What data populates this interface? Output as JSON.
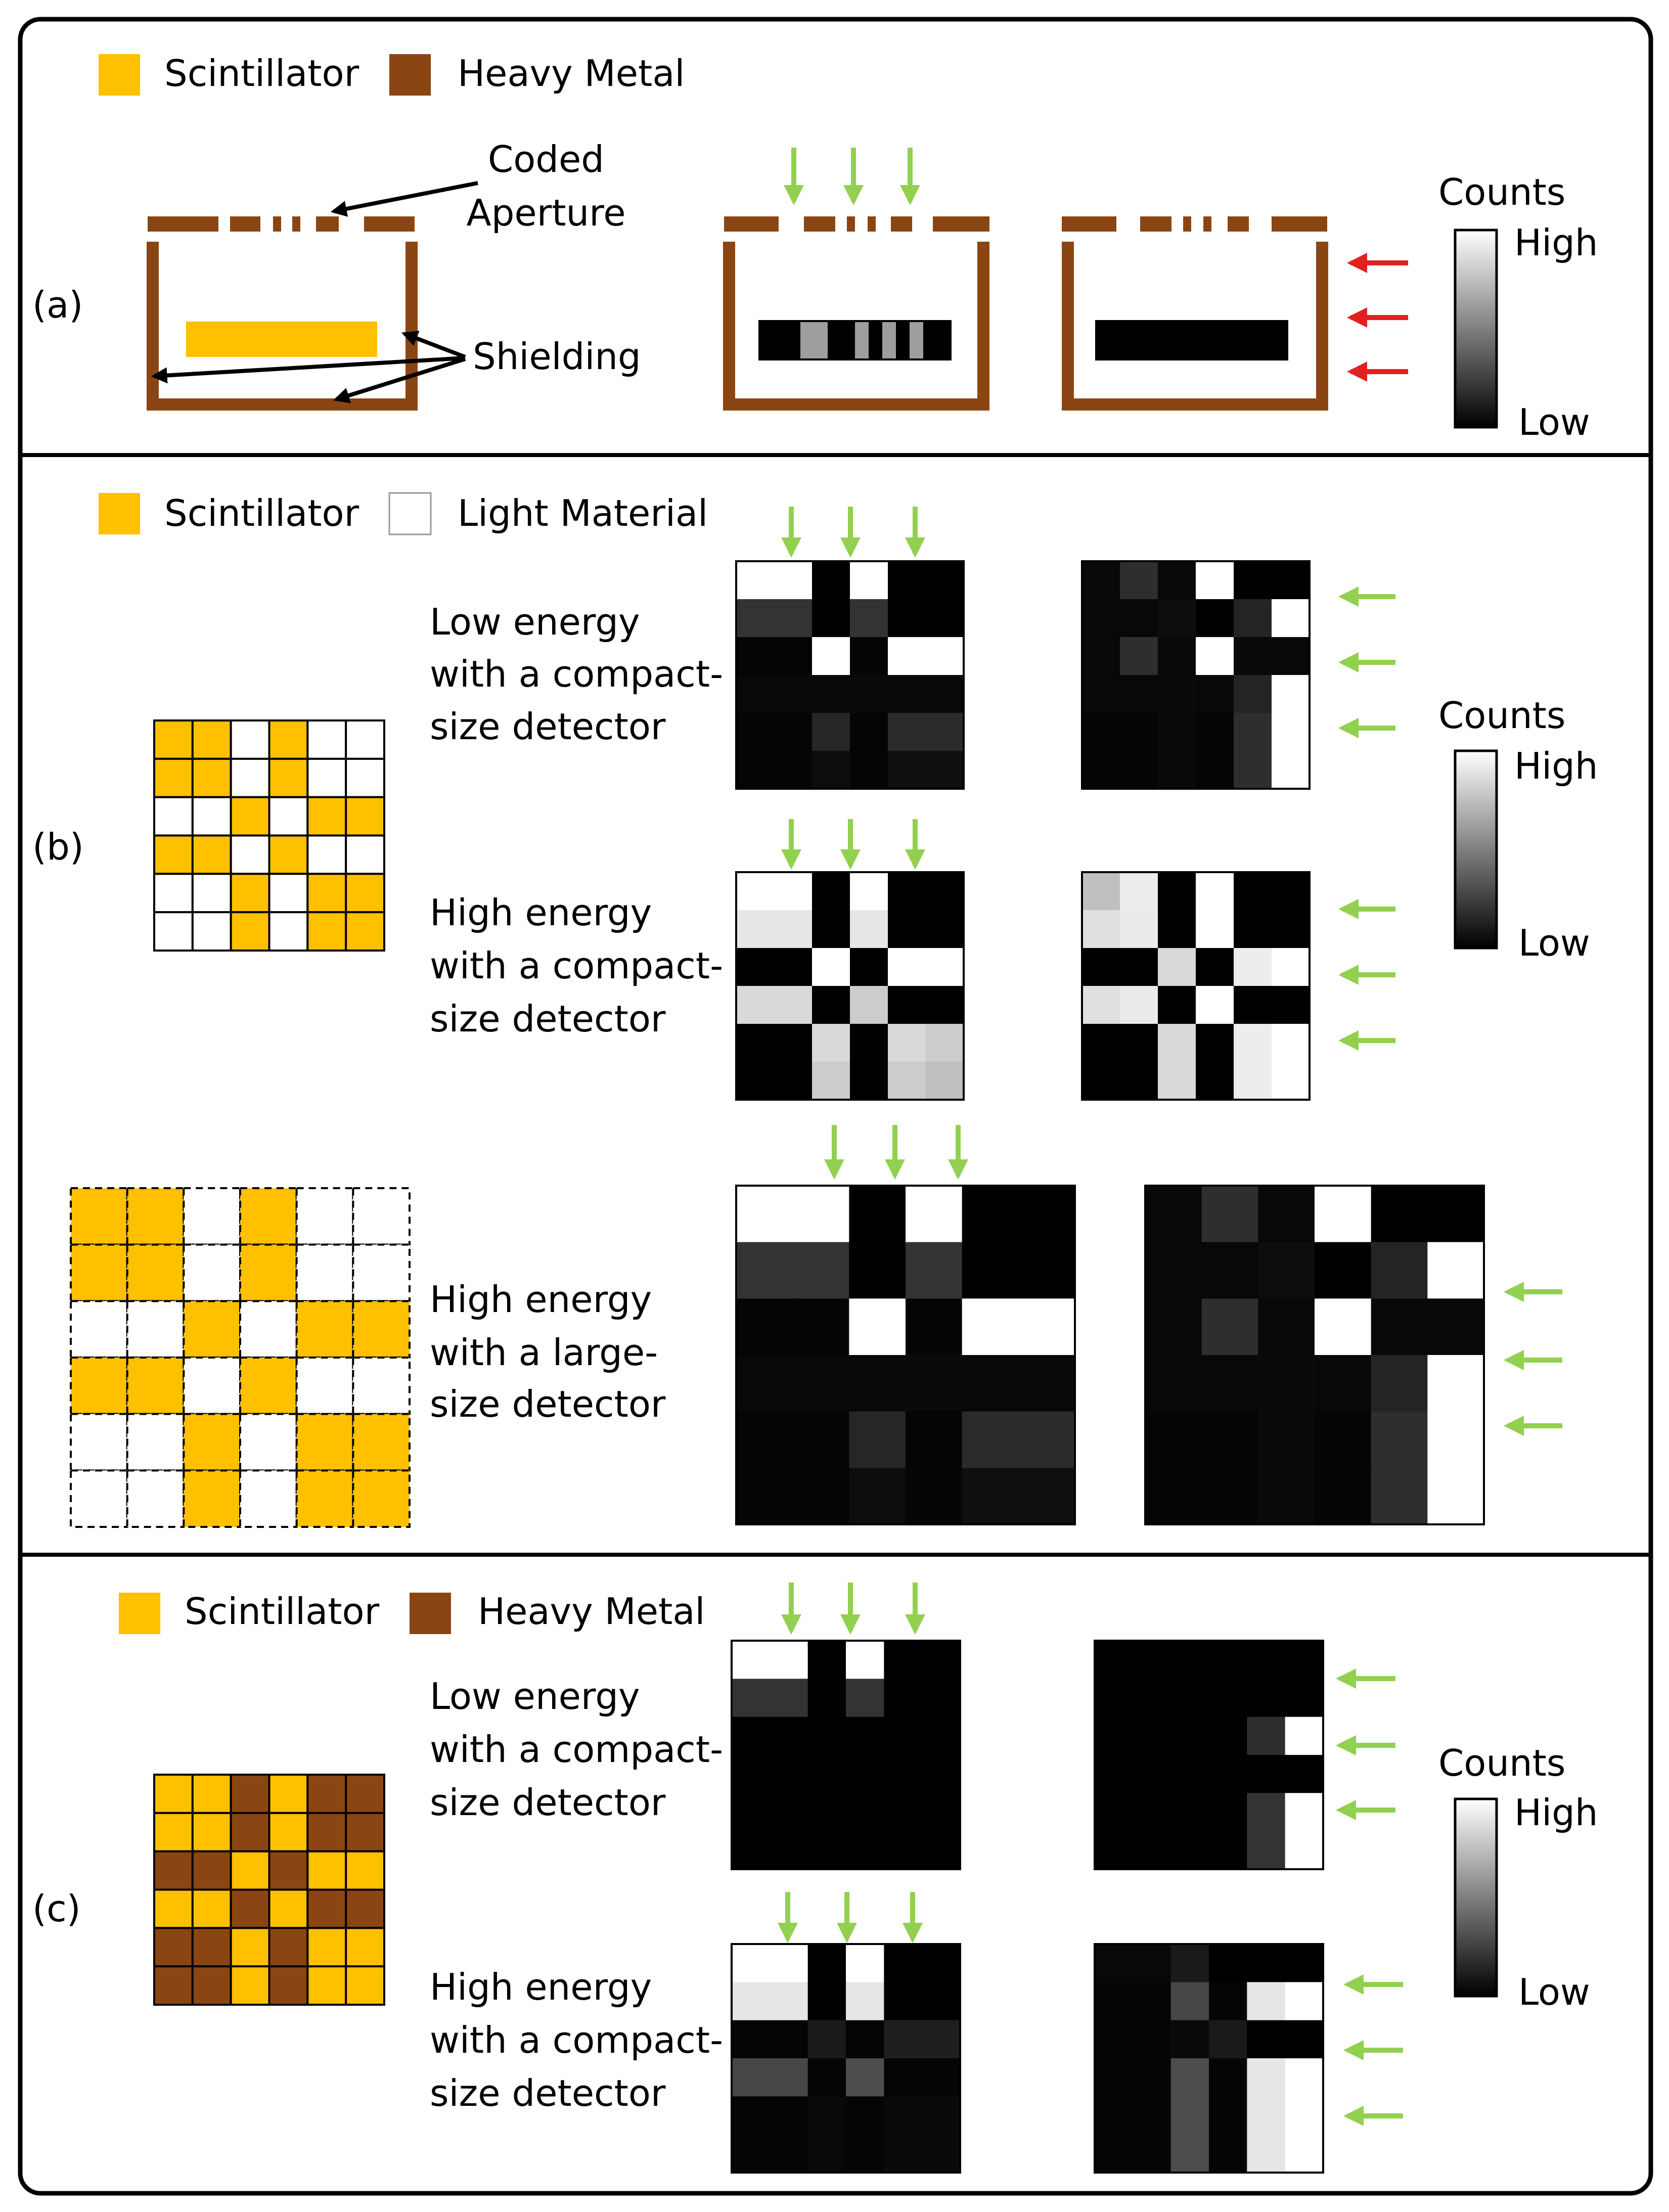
{
  "colors": {
    "scintillator": "#FFC000",
    "heavy_metal": "#8B4513",
    "light_material": "#FFFFFF",
    "arrow_green": "#92D050",
    "arrow_red": "#E32020",
    "frame": "#000000"
  },
  "panel_a": {
    "label": "(a)",
    "legend": [
      {
        "name": "Scintillator",
        "color": "#FFC000"
      },
      {
        "name": "Heavy Metal",
        "color": "#8B4513"
      }
    ],
    "coded_aperture_label_line1": "Coded",
    "coded_aperture_label_line2": "Aperture",
    "shielding_label": "Shielding",
    "strip_front_values": [
      0,
      0,
      0,
      0.62,
      0.62,
      0,
      0,
      0.62,
      0,
      0.62,
      0,
      0.62,
      0,
      0
    ],
    "strip_side_values": [
      0
    ],
    "colorbar": {
      "title": "Counts",
      "high": "High",
      "low": "Low"
    }
  },
  "panel_b": {
    "label": "(b)",
    "legend": [
      {
        "name": "Scintillator",
        "color": "#FFC000"
      },
      {
        "name": "Light Material",
        "color": "#FFFFFF"
      }
    ],
    "mask": [
      [
        1,
        1,
        0,
        1,
        0,
        0
      ],
      [
        1,
        1,
        0,
        1,
        0,
        0
      ],
      [
        0,
        0,
        1,
        0,
        1,
        1
      ],
      [
        1,
        1,
        0,
        1,
        0,
        0
      ],
      [
        0,
        0,
        1,
        0,
        1,
        1
      ],
      [
        0,
        0,
        1,
        0,
        1,
        1
      ]
    ],
    "rows": [
      {
        "line1": "Low energy",
        "line2": "with a compact-",
        "line3": "size detector",
        "front": [
          [
            1,
            1,
            0,
            1,
            0,
            0
          ],
          [
            0.2,
            0.2,
            0,
            0.2,
            0,
            0
          ],
          [
            0.02,
            0.02,
            1,
            0.02,
            1,
            1
          ],
          [
            0.03,
            0.03,
            0.03,
            0.04,
            0.03,
            0.03
          ],
          [
            0.02,
            0.02,
            0.15,
            0.02,
            0.17,
            0.17
          ],
          [
            0.02,
            0.02,
            0.05,
            0.02,
            0.06,
            0.06
          ]
        ],
        "side": [
          [
            0.03,
            0.18,
            0.03,
            1,
            0,
            0
          ],
          [
            0.03,
            0.03,
            0.05,
            0,
            0.14,
            1
          ],
          [
            0.03,
            0.18,
            0.03,
            1,
            0.03,
            0.03
          ],
          [
            0.03,
            0.03,
            0.04,
            0.03,
            0.14,
            1
          ],
          [
            0.02,
            0.02,
            0.04,
            0.02,
            0.18,
            1
          ],
          [
            0.02,
            0.02,
            0.04,
            0.02,
            0.18,
            1
          ]
        ]
      },
      {
        "line1": "High energy",
        "line2": "with a compact-",
        "line3": "size detector",
        "front": [
          [
            1,
            1,
            0,
            1,
            0,
            0
          ],
          [
            0.9,
            0.9,
            0,
            0.9,
            0,
            0
          ],
          [
            0,
            0,
            1,
            0,
            1,
            1
          ],
          [
            0.85,
            0.85,
            0,
            0.8,
            0,
            0
          ],
          [
            0,
            0,
            0.85,
            0,
            0.85,
            0.8
          ],
          [
            0,
            0,
            0.8,
            0,
            0.8,
            0.75
          ]
        ],
        "side": [
          [
            0.75,
            0.93,
            0,
            1,
            0,
            0
          ],
          [
            0.88,
            0.92,
            0,
            1,
            0,
            0
          ],
          [
            0,
            0,
            0.85,
            0,
            0.93,
            1
          ],
          [
            0.88,
            0.92,
            0,
            1,
            0,
            0
          ],
          [
            0,
            0,
            0.85,
            0,
            0.93,
            1
          ],
          [
            0,
            0,
            0.85,
            0,
            0.93,
            1
          ]
        ]
      },
      {
        "line1": "High energy",
        "line2": "with a large-",
        "line3": "size detector",
        "front": [
          [
            1,
            1,
            0,
            1,
            0,
            0
          ],
          [
            0.2,
            0.2,
            0,
            0.2,
            0,
            0
          ],
          [
            0.02,
            0.02,
            1,
            0.02,
            1,
            1
          ],
          [
            0.03,
            0.03,
            0.03,
            0.04,
            0.03,
            0.03
          ],
          [
            0.02,
            0.02,
            0.15,
            0.02,
            0.17,
            0.17
          ],
          [
            0.02,
            0.02,
            0.05,
            0.02,
            0.06,
            0.06
          ]
        ],
        "side": [
          [
            0.03,
            0.18,
            0.03,
            1,
            0,
            0
          ],
          [
            0.03,
            0.03,
            0.05,
            0,
            0.14,
            1
          ],
          [
            0.03,
            0.18,
            0.03,
            1,
            0.03,
            0.03
          ],
          [
            0.03,
            0.03,
            0.04,
            0.03,
            0.14,
            1
          ],
          [
            0.02,
            0.02,
            0.04,
            0.02,
            0.18,
            1
          ],
          [
            0.02,
            0.02,
            0.04,
            0.02,
            0.18,
            1
          ]
        ]
      }
    ],
    "colorbar": {
      "title": "Counts",
      "high": "High",
      "low": "Low"
    }
  },
  "panel_c": {
    "label": "(c)",
    "legend": [
      {
        "name": "Scintillator",
        "color": "#FFC000"
      },
      {
        "name": "Heavy Metal",
        "color": "#8B4513"
      }
    ],
    "mask": [
      [
        1,
        1,
        0,
        1,
        0,
        0
      ],
      [
        1,
        1,
        0,
        1,
        0,
        0
      ],
      [
        0,
        0,
        1,
        0,
        1,
        1
      ],
      [
        1,
        1,
        0,
        1,
        0,
        0
      ],
      [
        0,
        0,
        1,
        0,
        1,
        1
      ],
      [
        0,
        0,
        1,
        0,
        1,
        1
      ]
    ],
    "rows": [
      {
        "line1": "Low energy",
        "line2": "with a compact-",
        "line3": "size detector",
        "front": [
          [
            1,
            1,
            0,
            1,
            0,
            0
          ],
          [
            0.2,
            0.2,
            0,
            0.2,
            0,
            0
          ],
          [
            0,
            0,
            0,
            0,
            0,
            0
          ],
          [
            0,
            0,
            0,
            0,
            0,
            0
          ],
          [
            0,
            0,
            0,
            0,
            0,
            0
          ],
          [
            0,
            0,
            0,
            0,
            0,
            0
          ]
        ],
        "side": [
          [
            0,
            0,
            0,
            0,
            0,
            0
          ],
          [
            0,
            0,
            0,
            0,
            0,
            0
          ],
          [
            0,
            0,
            0,
            0,
            0.18,
            1
          ],
          [
            0,
            0,
            0,
            0,
            0,
            0
          ],
          [
            0,
            0,
            0,
            0,
            0.2,
            1
          ],
          [
            0,
            0,
            0,
            0,
            0.2,
            1
          ]
        ]
      },
      {
        "line1": "High energy",
        "line2": "with a compact-",
        "line3": "size detector",
        "front": [
          [
            1,
            1,
            0,
            1,
            0,
            0
          ],
          [
            0.9,
            0.9,
            0,
            0.9,
            0,
            0
          ],
          [
            0.02,
            0.02,
            0.1,
            0.02,
            0.12,
            0.12
          ],
          [
            0.28,
            0.28,
            0.02,
            0.3,
            0.02,
            0.02
          ],
          [
            0.02,
            0.02,
            0.03,
            0.02,
            0.04,
            0.04
          ],
          [
            0.02,
            0.02,
            0.03,
            0.02,
            0.04,
            0.04
          ]
        ],
        "side": [
          [
            0.03,
            0.03,
            0.1,
            0,
            0,
            0
          ],
          [
            0.02,
            0.02,
            0.28,
            0.02,
            0.9,
            1
          ],
          [
            0.02,
            0.02,
            0.04,
            0.1,
            0,
            0
          ],
          [
            0.02,
            0.02,
            0.3,
            0.02,
            0.9,
            1
          ],
          [
            0.02,
            0.02,
            0.3,
            0.02,
            0.9,
            1
          ],
          [
            0.02,
            0.02,
            0.3,
            0.02,
            0.9,
            1
          ]
        ]
      }
    ],
    "colorbar": {
      "title": "Counts",
      "high": "High",
      "low": "Low"
    }
  }
}
